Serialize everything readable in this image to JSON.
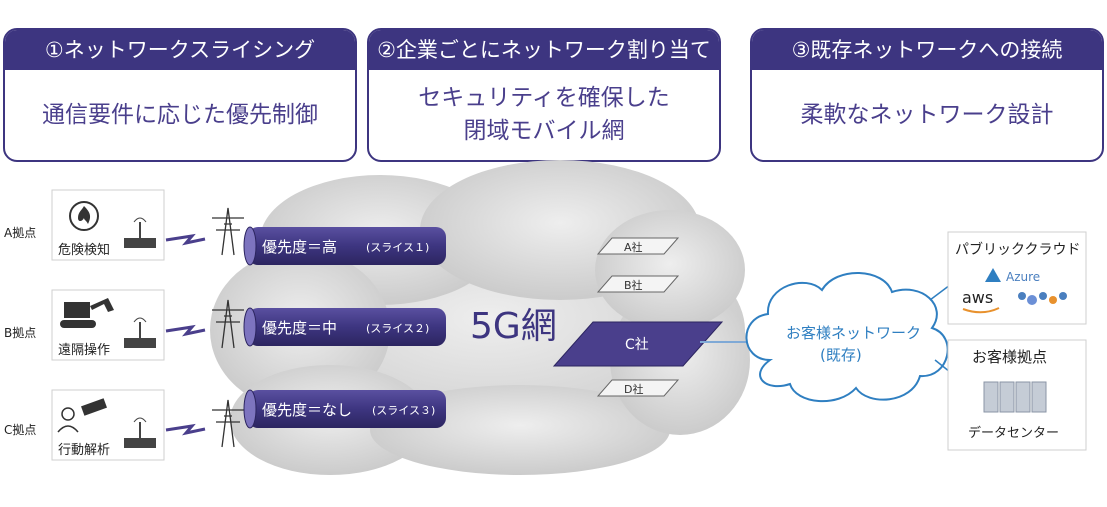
{
  "features": [
    {
      "header": "①ネットワークスライシング",
      "body_lines": [
        "通信要件に応じた優先制御"
      ]
    },
    {
      "header": "②企業ごとにネットワーク割り当て",
      "body_lines": [
        "セキュリティを確保した",
        "閉域モバイル網"
      ]
    },
    {
      "header": "③既存ネットワークへの接続",
      "body_lines": [
        "柔軟なネットワーク設計"
      ]
    }
  ],
  "sites": [
    {
      "site_label": "A拠点",
      "card_label": "危険検知",
      "icon": "fire-hazard-icon",
      "pipe_label": "優先度＝高",
      "slice_label": "(スライス１)"
    },
    {
      "site_label": "B拠点",
      "card_label": "遠隔操作",
      "icon": "excavator-icon",
      "pipe_label": "優先度＝中",
      "slice_label": "(スライス２)"
    },
    {
      "site_label": "C拠点",
      "card_label": "行動解析",
      "icon": "surveillance-camera-person-icon",
      "pipe_label": "優先度＝なし",
      "slice_label": "(スライス３)"
    }
  ],
  "cloud_label": "5G網",
  "companies": [
    "A社",
    "B社",
    "C社",
    "D社"
  ],
  "highlighted_company": "C社",
  "customer_network": {
    "line1": "お客様ネットワーク",
    "line2": "(既存)"
  },
  "public_cloud": {
    "title": "パブリッククラウド",
    "logos": [
      "Azure",
      "aws"
    ]
  },
  "customer_site": {
    "title": "お客様拠点",
    "caption": "データセンター"
  },
  "colors": {
    "primary": "#3d3580",
    "accent": "#4a3f8c",
    "highlight": "#5a50a0",
    "cloud_fill": "#d3d3d3",
    "customer_cloud": "#2f7fc1"
  }
}
